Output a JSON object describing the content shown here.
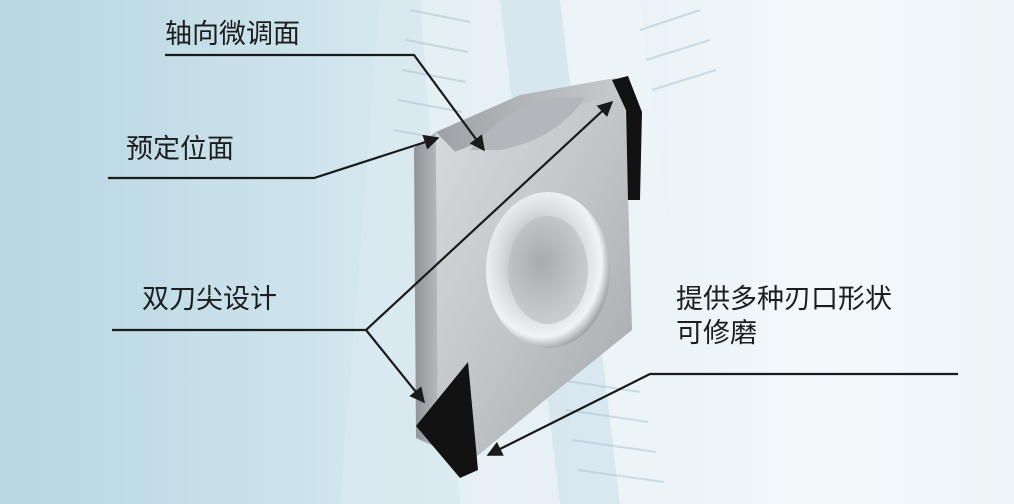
{
  "labels": {
    "axial_adjust_face": "轴向微调面",
    "locating_face": "预定位面",
    "double_tip_design": "双刀尖设计",
    "edge_shapes_line1": "提供多种刃口形状",
    "edge_shapes_line2": "可修磨"
  },
  "colors": {
    "background": "#cfe5ee",
    "insert_body": "#c4c7ca",
    "insert_top": "#a9adb1",
    "cutting_edge": "#121212",
    "leader_line": "#1a1a1a"
  },
  "icons": {
    "arrow": "arrowhead"
  }
}
